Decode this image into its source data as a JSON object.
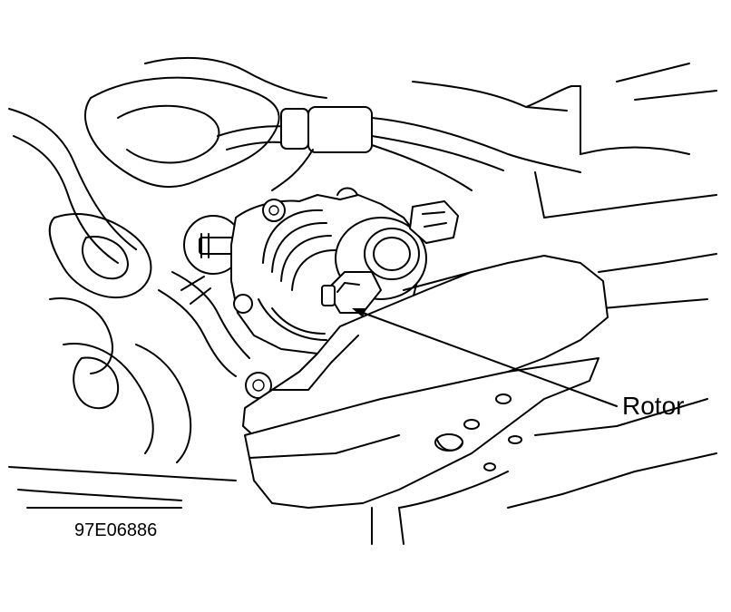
{
  "diagram": {
    "callouts": [
      {
        "id": "rotor",
        "text": "Rotor"
      }
    ],
    "figure_code": "97E06886",
    "ink_color": "#000000",
    "background_color": "#ffffff"
  }
}
